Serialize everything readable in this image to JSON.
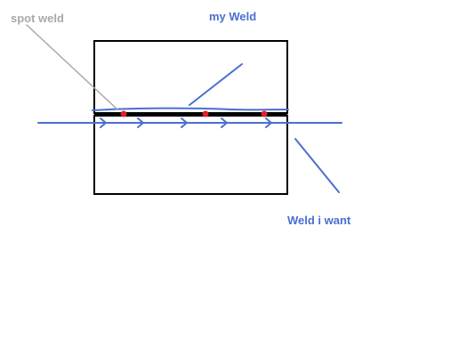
{
  "labels": {
    "spot_weld": "spot weld",
    "my_weld": "my Weld",
    "weld_i_want": "Weld i want"
  },
  "colors": {
    "background": "#ffffff",
    "plate_outline": "#000000",
    "my_weld_stroke": "#4a6fd0",
    "weld_i_want_stroke": "#4a6fd0",
    "spot_weld_dot": "#e0202a",
    "spot_weld_leader": "#a9a9a9",
    "spot_weld_label": "#a9a9a9",
    "blue_label": "#4a6fd0"
  },
  "diagram": {
    "spot_weld_count": 3,
    "arrow_count": 5,
    "arrow_direction": "right"
  }
}
